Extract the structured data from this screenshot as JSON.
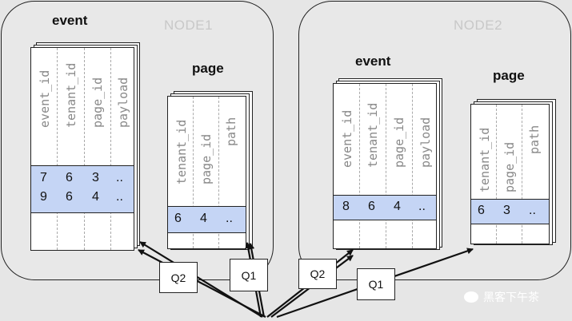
{
  "nodes": [
    {
      "label": "NODE1",
      "tables": [
        {
          "title": "event",
          "columns": [
            "event_id",
            "tenant_id",
            "page_id",
            "payload"
          ],
          "rows": [
            [
              "7",
              "6",
              "3",
              ".."
            ],
            [
              "9",
              "6",
              "4",
              ".."
            ]
          ]
        },
        {
          "title": "page",
          "columns": [
            "tenant_id",
            "page_id",
            "path"
          ],
          "rows": [
            [
              "6",
              "4",
              ".."
            ]
          ]
        }
      ]
    },
    {
      "label": "NODE2",
      "tables": [
        {
          "title": "event",
          "columns": [
            "event_id",
            "tenant_id",
            "page_id",
            "payload"
          ],
          "rows": [
            [
              "8",
              "6",
              "4",
              ".."
            ]
          ]
        },
        {
          "title": "page",
          "columns": [
            "tenant_id",
            "page_id",
            "path"
          ],
          "rows": [
            [
              "6",
              "3",
              ".."
            ]
          ]
        }
      ]
    }
  ],
  "queries": [
    "Q2",
    "Q1",
    "Q2",
    "Q1"
  ],
  "watermark": "黑客下午茶",
  "colors": {
    "background": "#e6e6e6",
    "highlight": "#c5d5f5",
    "node_label": "#c8c8c8"
  }
}
